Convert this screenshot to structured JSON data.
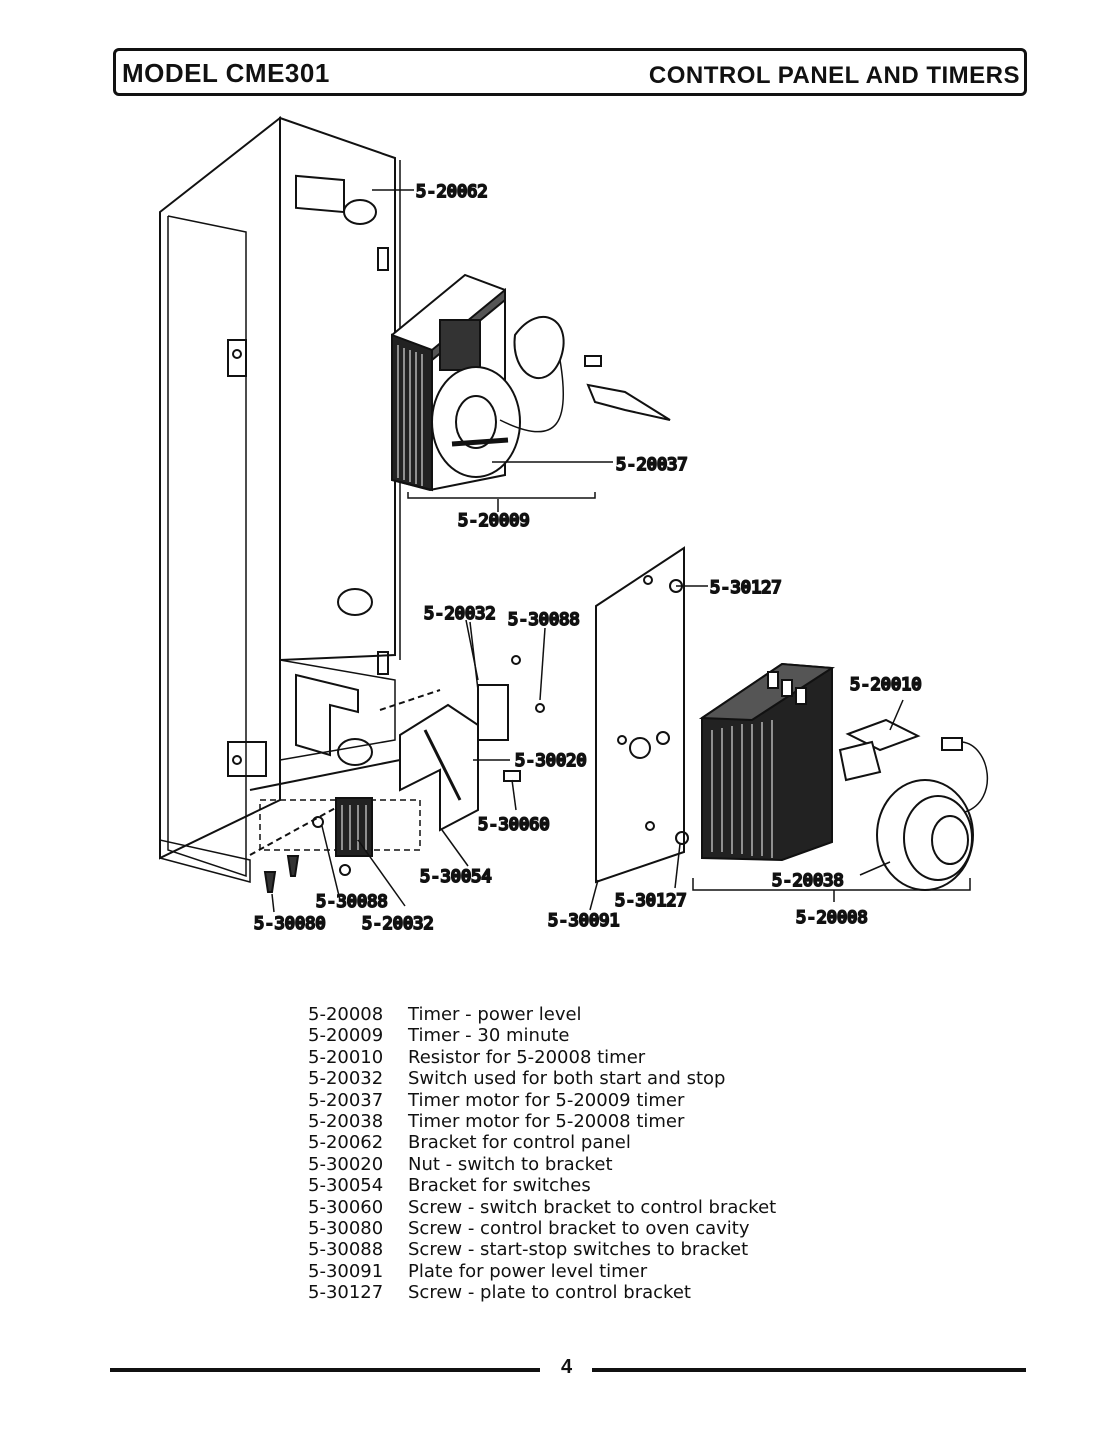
{
  "header": {
    "model_title": "MODEL CME301",
    "section_title": "CONTROL PANEL AND TIMERS"
  },
  "diagram": {
    "callouts": {
      "c_20062": "5-20062",
      "c_20037": "5-20037",
      "c_20009": "5-20009",
      "c_30127_top": "5-30127",
      "c_20032_top": "5-20032",
      "c_30088_top": "5-30088",
      "c_20010": "5-20010",
      "c_30020": "5-30020",
      "c_30060": "5-30060",
      "c_30054": "5-30054",
      "c_30088_bottom": "5-30088",
      "c_30080": "5-30080",
      "c_20032_bottom": "5-20032",
      "c_30127_bottom": "5-30127",
      "c_30091": "5-30091",
      "c_20038": "5-20038",
      "c_20008": "5-20008"
    }
  },
  "parts_list": [
    {
      "number": "5-20008",
      "description": "Timer - power level"
    },
    {
      "number": "5-20009",
      "description": "Timer - 30 minute"
    },
    {
      "number": "5-20010",
      "description": "Resistor for 5-20008 timer"
    },
    {
      "number": "5-20032",
      "description": "Switch used for both start and stop"
    },
    {
      "number": "5-20037",
      "description": "Timer motor for 5-20009 timer"
    },
    {
      "number": "5-20038",
      "description": "Timer motor for 5-20008 timer"
    },
    {
      "number": "5-20062",
      "description": "Bracket for control panel"
    },
    {
      "number": "5-30020",
      "description": "Nut - switch to bracket"
    },
    {
      "number": "5-30054",
      "description": "Bracket for switches"
    },
    {
      "number": "5-30060",
      "description": "Screw - switch bracket to control bracket"
    },
    {
      "number": "5-30080",
      "description": "Screw - control bracket to oven cavity"
    },
    {
      "number": "5-30088",
      "description": "Screw - start-stop switches to bracket"
    },
    {
      "number": "5-30091",
      "description": "Plate for power level timer"
    },
    {
      "number": "5-30127",
      "description": "Screw - plate to control bracket"
    }
  ],
  "footer": {
    "page_number": "4"
  }
}
